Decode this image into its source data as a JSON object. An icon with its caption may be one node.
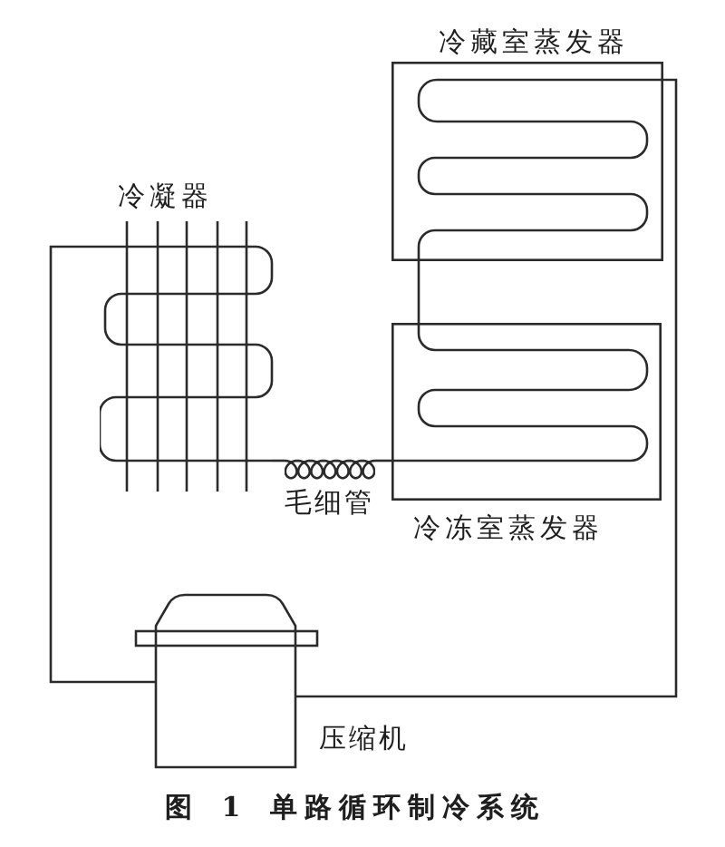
{
  "diagram": {
    "caption": "图 1 单路循环制冷系统",
    "nodes": [
      {
        "text": [
          "冷藏室蒸发器"
        ]
      },
      {
        "text": [
          "冷凝器"
        ]
      },
      {
        "text": [
          "毛细管"
        ]
      },
      {
        "text": [
          "冷冻室蒸发器"
        ]
      },
      {
        "text": [
          "压缩机"
        ]
      }
    ],
    "edges": [
      {
        "from": 4,
        "to": 1,
        "arrow": "none"
      },
      {
        "from": 1,
        "to": 2,
        "arrow": "none"
      },
      {
        "from": 2,
        "to": 3,
        "arrow": "none"
      },
      {
        "from": 3,
        "to": 0,
        "arrow": "none"
      },
      {
        "from": 0,
        "to": 4,
        "arrow": "none"
      }
    ]
  }
}
